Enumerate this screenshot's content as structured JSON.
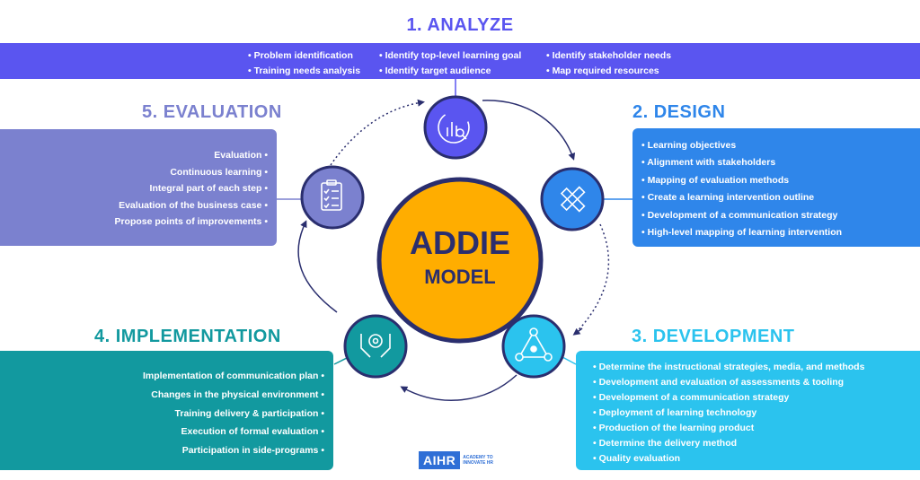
{
  "colors": {
    "analyze": "#5a55f0",
    "design": "#2f86ea",
    "development": "#2bc3ee",
    "implementation": "#12999f",
    "evaluation": "#7b81cf",
    "center": "#ffad00",
    "center_text": "#2a2e6e"
  },
  "center": {
    "line1": "ADDIE",
    "line2": "MODEL"
  },
  "analyze": {
    "title": "1. ANALYZE",
    "icon": "chart-search-icon",
    "items": [
      "Problem identification",
      "Identify top-level learning goal",
      "Identify stakeholder needs",
      "Training needs analysis",
      "Identify target audience",
      "Map required resources"
    ]
  },
  "design": {
    "title": "2. DESIGN",
    "icon": "ruler-pencil-icon",
    "items": [
      "Learning objectives",
      "Alignment with stakeholders",
      "Mapping of evaluation methods",
      "Create a learning intervention outline",
      "Development of a communication strategy",
      "High-level mapping of learning intervention"
    ]
  },
  "development": {
    "title": "3. DEVELOPMENT",
    "icon": "network-triangle-icon",
    "items": [
      "Determine the instructional strategies, media, and methods",
      "Development and evaluation of assessments & tooling",
      "Development of a communication strategy",
      "Deployment of learning technology",
      "Production of the learning product",
      "Determine the delivery method",
      "Quality evaluation"
    ]
  },
  "implementation": {
    "title": "4. IMPLEMENTATION",
    "icon": "hands-gear-icon",
    "items": [
      "Implementation of communication plan",
      "Changes in the physical environment",
      "Training delivery & participation",
      "Execution of formal evaluation",
      "Participation in side-programs"
    ]
  },
  "evaluation": {
    "title": "5. EVALUATION",
    "icon": "checklist-icon",
    "items": [
      "Evaluation",
      "Continuous learning",
      "Integral part of each step",
      "Evaluation of the business case",
      "Propose points of improvements"
    ]
  },
  "logo": {
    "name": "AIHR",
    "tagline": "ACADEMY TO INNOVATE HR"
  }
}
